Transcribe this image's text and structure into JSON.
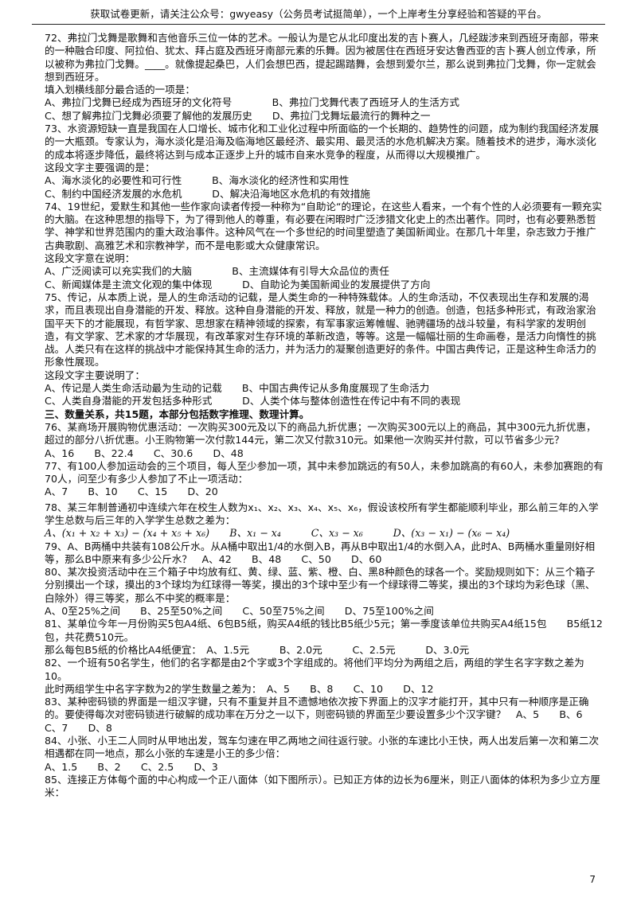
{
  "header": "获取试卷更新，请关注公众号：gwyeasy（公务员考试挺简单），一个上岸考生分享经验和答疑的平台。",
  "blocks": [
    {
      "t": "p",
      "s": "72、弗拉门戈舞是歌舞和吉他音乐三位一体的艺术。一般认为是它从北印度出发的吉卜赛人，几经跋涉来到西班牙南部，带来的一种融合印度、阿拉伯、犹太、拜占庭及西班牙南部元素的乐舞。因为被居住在西班牙安达鲁西亚的吉卜赛人创立传承，所以被称为弗拉门戈舞。____。就像提起桑巴，人们会想巴西，提起踢踏舞，会想到爱尔兰，那么说到弗拉门戈舞，你一定就会想到西班牙。"
    },
    {
      "t": "p",
      "s": "填入划横线部分最合适的一项是："
    },
    {
      "t": "o",
      "s": "A、弗拉门戈舞已经成为西班牙的文化符号　　　　B、弗拉门戈舞代表了西班牙人的生活方式"
    },
    {
      "t": "o",
      "s": "C、想了解弗拉门戈舞必须要了解他的发展历史　　D、弗拉门戈舞坛最流行的舞种之一"
    },
    {
      "t": "p",
      "s": "73、水资源短缺一直是我国在人口增长、城市化和工业化过程中所面临的一个长期的、趋势性的问题，成为制约我国经济发展的一大瓶颈。专家认为，海水淡化是沿海及临海地区最经济、最实用、最灵活的水危机解决方案。随着技术的进步，海水淡化的成本将逐步降低，最终将达到与成本正逐步上升的城市自来水竞争的程度，从而得以大规模推广。"
    },
    {
      "t": "p",
      "s": "这段文字主要强调的是："
    },
    {
      "t": "o",
      "s": "A、海水淡化的必要性和可行性　　　B、海水淡化的经济性和实用性"
    },
    {
      "t": "o",
      "s": "C、制约中国经济发展的水危机　　　D、解决沿海地区水危机的有效措施"
    },
    {
      "t": "p",
      "s": "74、19世纪，爱默生和其他一些作家向读者传授一种称为“自助论“的理论，在这些人看来，一个有个性的人必须要有一颗充实的大脑。在这种思想的指导下，为了得到他人的尊重，有必要在闲暇时广泛涉猎文化史上的杰出著作。同时，也有必要熟悉哲学、神学和世界范围内的重大政治事件。这种风气在一个多世纪的时间里塑造了美国新闻业。在那几十年里，杂志致力于推广古典歌剧、高雅艺术和宗教神学，而不是电影或大众健康常识。"
    },
    {
      "t": "p",
      "s": "这段文字意在说明："
    },
    {
      "t": "o",
      "s": "A、广泛阅读可以充实我们的大脑　　　　B、主流媒体有引导大众品位的责任"
    },
    {
      "t": "o",
      "s": "C、新闻媒体是主流文化观的集中体现　　　D、自助论为美国新闻业的发展提供了方向"
    },
    {
      "t": "p",
      "s": "75、传记，从本质上说，是人的生命活动的记载，是人类生命的一种特殊载体。人的生命活动，不仅表现出生存和发展的渴求，而且表现出自身潜能的开发、释放。这种自身潜能的开发、释放，就是一种力的创造。创造，包括多种形式，有政治家治国平天下的才能展现，有哲学家、思想家在精神领域的探索，有军事家运筹帷幄、驰骋疆场的战斗较量，有科学家的发明创造，有文学家、艺术家的才华展现，有改革家对生存环境的革新改造，等等。这是一幅幅壮丽的生命画卷，是活力向惰性的挑战。人类只有在这样的挑战中才能保持其生命的活力，并为活力的凝聚创造更好的条件。中国古典传记，正是这种生命活力的形象性展现。"
    },
    {
      "t": "p",
      "s": "这段文字主要说明了："
    },
    {
      "t": "o",
      "s": "A、传记是人类生命活动最为生动的记载　　B、中国古典传记从多角度展现了生命活力"
    },
    {
      "t": "o",
      "s": "C、人类自身潜能的开发包括多种形式　　　D、人类个体与整体创造性在传记中有不同的表现"
    },
    {
      "t": "h",
      "s": "三、数量关系，共15题，本部分包括数字推理、数理计算。"
    },
    {
      "t": "p",
      "s": "76、某商场开展购物优惠活动：一次购买300元及以下的商品九折优惠；一次购买300元以上的商品，其中300元九折优惠，超过的部分八折优惠。小王购物第一次付款144元，第二次又付款310元。如果他一次购买并付款，可以节省多少元？"
    },
    {
      "t": "o",
      "s": "A、16　　B、22.4　　C、30.6　　D、48"
    },
    {
      "t": "p",
      "s": "77、有100人参加运动会的三个项目，每人至少参加一项，其中未参加跳远的有50人，未参加跳高的有60人，未参加赛跑的有70人，问至少有多少人参加了不止一项活动："
    },
    {
      "t": "o",
      "s": "A、7　　B、10　　C、15　　D、20"
    },
    {
      "t": "p",
      "g": 1,
      "s": "78、某三年制普通初中连续六年在校生人数为x₁、x₂、x₃、x₄、x₅、x₆，假设该校所有学生都能顺利毕业，那么前三年的入学学生总数与后三年的入学学生总数之差为："
    },
    {
      "t": "m",
      "s": "A、(x₁ + x₂ + x₃) − (x₄ + x₅ + x₆)　　B、x₁ − x₄　　　C、x₃ − x₆　　　D、(x₃ − x₁) − (x₆ − x₄)"
    },
    {
      "t": "p",
      "s": "79、A、B两桶中共装有108公斤水。从A桶中取出1/4的水倒入B，再从B中取出1/4的水倒入A，此时A、B两桶水重量刚好相等，那么B中原来有多少公斤水？　A、42　　B、48　　C、50　　D、60"
    },
    {
      "t": "p",
      "s": "80、某次投资活动中在三个箱子中均放有红、黄、绿、蓝、紫、橙、白、黑8种颜色的球各一个。奖励规则如下：从三个箱子分别摸出一个球，摸出的3个球均为红球得一等奖，摸出的3个球中至少有一个绿球得二等奖，摸出的3个球均为彩色球（黑、白除外）得三等奖，那么不中奖的概率是："
    },
    {
      "t": "o",
      "s": "A、0至25%之间　　B、25至50%之间　　C、50至75%之间　　D、75至100%之间"
    },
    {
      "t": "p",
      "s": "81、某单位今年一月份购买5包A4纸、6包B5纸，购买A4纸的钱比B5纸少5元；第一季度该单位共购买A4纸15包　　B5纸12包，共花费510元。"
    },
    {
      "t": "o",
      "s": "那么每包B5纸的价格比A4纸便宜：　A、1.5元　　　B、2.0元　　　C、2.5元　　　D、3.0元"
    },
    {
      "t": "p",
      "s": "82、一个班有50名学生，他们的名字都是由2个字或3个字组成的。将他们平均分为两组之后，两组的学生名字字数之差为10。"
    },
    {
      "t": "o",
      "s": "此时两组学生中名字字数为2的学生数量之差为：　A、5　　B、8　　C、10　　D、12"
    },
    {
      "t": "p",
      "s": "83、某种密码锁的界面是一组汉字键，只有不重复并且不遗憾地依次按下界面上的汉字才能打开，其中只有一种顺序是正确的。要使得每次对密码锁进行破解的成功率在万分之一以下，则密码锁的界面至少要设置多少个汉字键？　A、5　　B、6　　C、7　　D、8"
    },
    {
      "t": "p",
      "s": "84、小张、小王二人同时从甲地出发，驾车匀速在甲乙两地之间往返行驶。小张的车速比小王快，两人出发后第一次和第二次相遇都在同一地点，那么小张的车速是小王的多少倍："
    },
    {
      "t": "o",
      "s": "A、1.5　　B、2　　C、2.5　　D、3"
    },
    {
      "t": "p",
      "s": "85、连接正方体每个面的中心构成一个正八面体（如下图所示）。已知正方体的边长为6厘米，则正八面体的体积为多少立方厘米："
    }
  ],
  "page_number": "7"
}
